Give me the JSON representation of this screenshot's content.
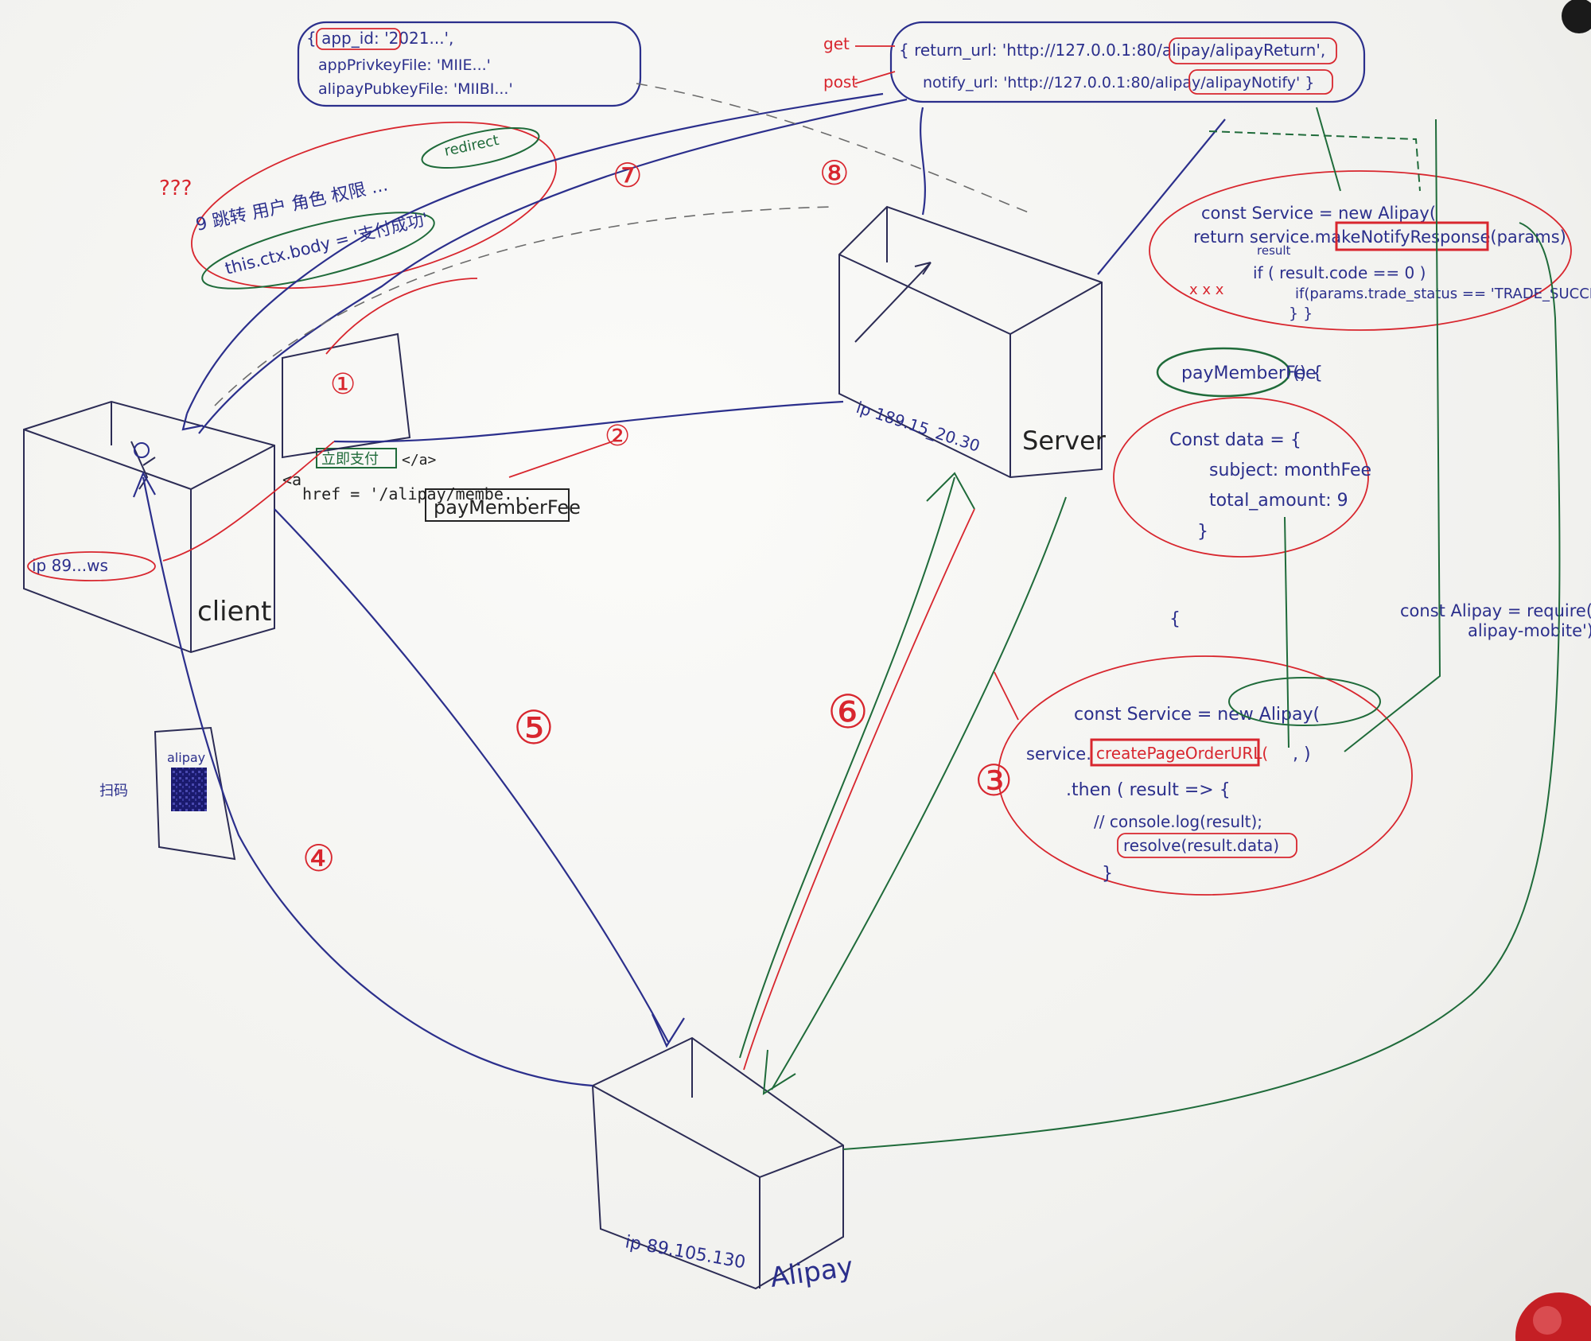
{
  "config": {
    "app_id": "{ app_id: '2021...',",
    "private_key": "appPrivkeyFile: 'MIIE...'",
    "public_key": "alipayPubkeyFile: 'MIIBI...'"
  },
  "urls": {
    "get_label": "get",
    "post_label": "post",
    "return_url": "{ return_url: 'http://127.0.0.1:80/alipay/alipayReturn',",
    "notify_url": "notify_url: 'http://127.0.0.1:80/alipay/alipayNotify' }"
  },
  "return_note": {
    "question": "???",
    "line1": "9 跳转 用户 角色 权限 ...",
    "redirect": "redirect",
    "line2": "this.ctx.body = '支付成功'"
  },
  "notify_code": {
    "line1": "const Service = new Alipay(",
    "line2": "return service.makeNotifyResponse(params)",
    "result_label": "result",
    "line3": "if ( result.code == 0 )",
    "line4": "if(params.trade_status == 'TRADE_SUCCESS')",
    "line5": "} }",
    "mark": "x x x"
  },
  "pay_fn": {
    "name": "payMemberFee",
    "paren": "() {",
    "data_line": "Const data = {",
    "subject": "subject: monthFee",
    "amount": "total_amount: 9",
    "close": "}"
  },
  "require_line": {
    "line1": "const Alipay = require('",
    "line2": "alipay-mobite')"
  },
  "order_code": {
    "brace": "{",
    "line1": "const Service = new Alipay(",
    "line2_prefix": "service.",
    "line2_method": "createPageOrderURL(",
    "line2_args": ",    )",
    "line3": ".then ( result => {",
    "line4": "// console.log(result);",
    "line5": "resolve(result.data)",
    "line6": "}"
  },
  "client": {
    "anchor_open": "<a",
    "anchor_text": "立即支付",
    "anchor_close": "</a>",
    "href": "href = '/alipay/membe...",
    "route": "payMemberFee",
    "ip": "ip 89...ws",
    "label": "client",
    "qr_label": "alipay",
    "scan_label": "扫码"
  },
  "server": {
    "ip": "ip 189.15_20.30",
    "label": "Server"
  },
  "alipay": {
    "ip": "ip 89.105.130",
    "label": "Alipay"
  },
  "steps": [
    "①",
    "②",
    "③",
    "④",
    "⑤",
    "⑥",
    "⑦",
    "⑧"
  ],
  "colors": {
    "blue": "#2b2f8c",
    "green": "#1f6b3a",
    "red": "#d8262e",
    "black": "#222222"
  }
}
